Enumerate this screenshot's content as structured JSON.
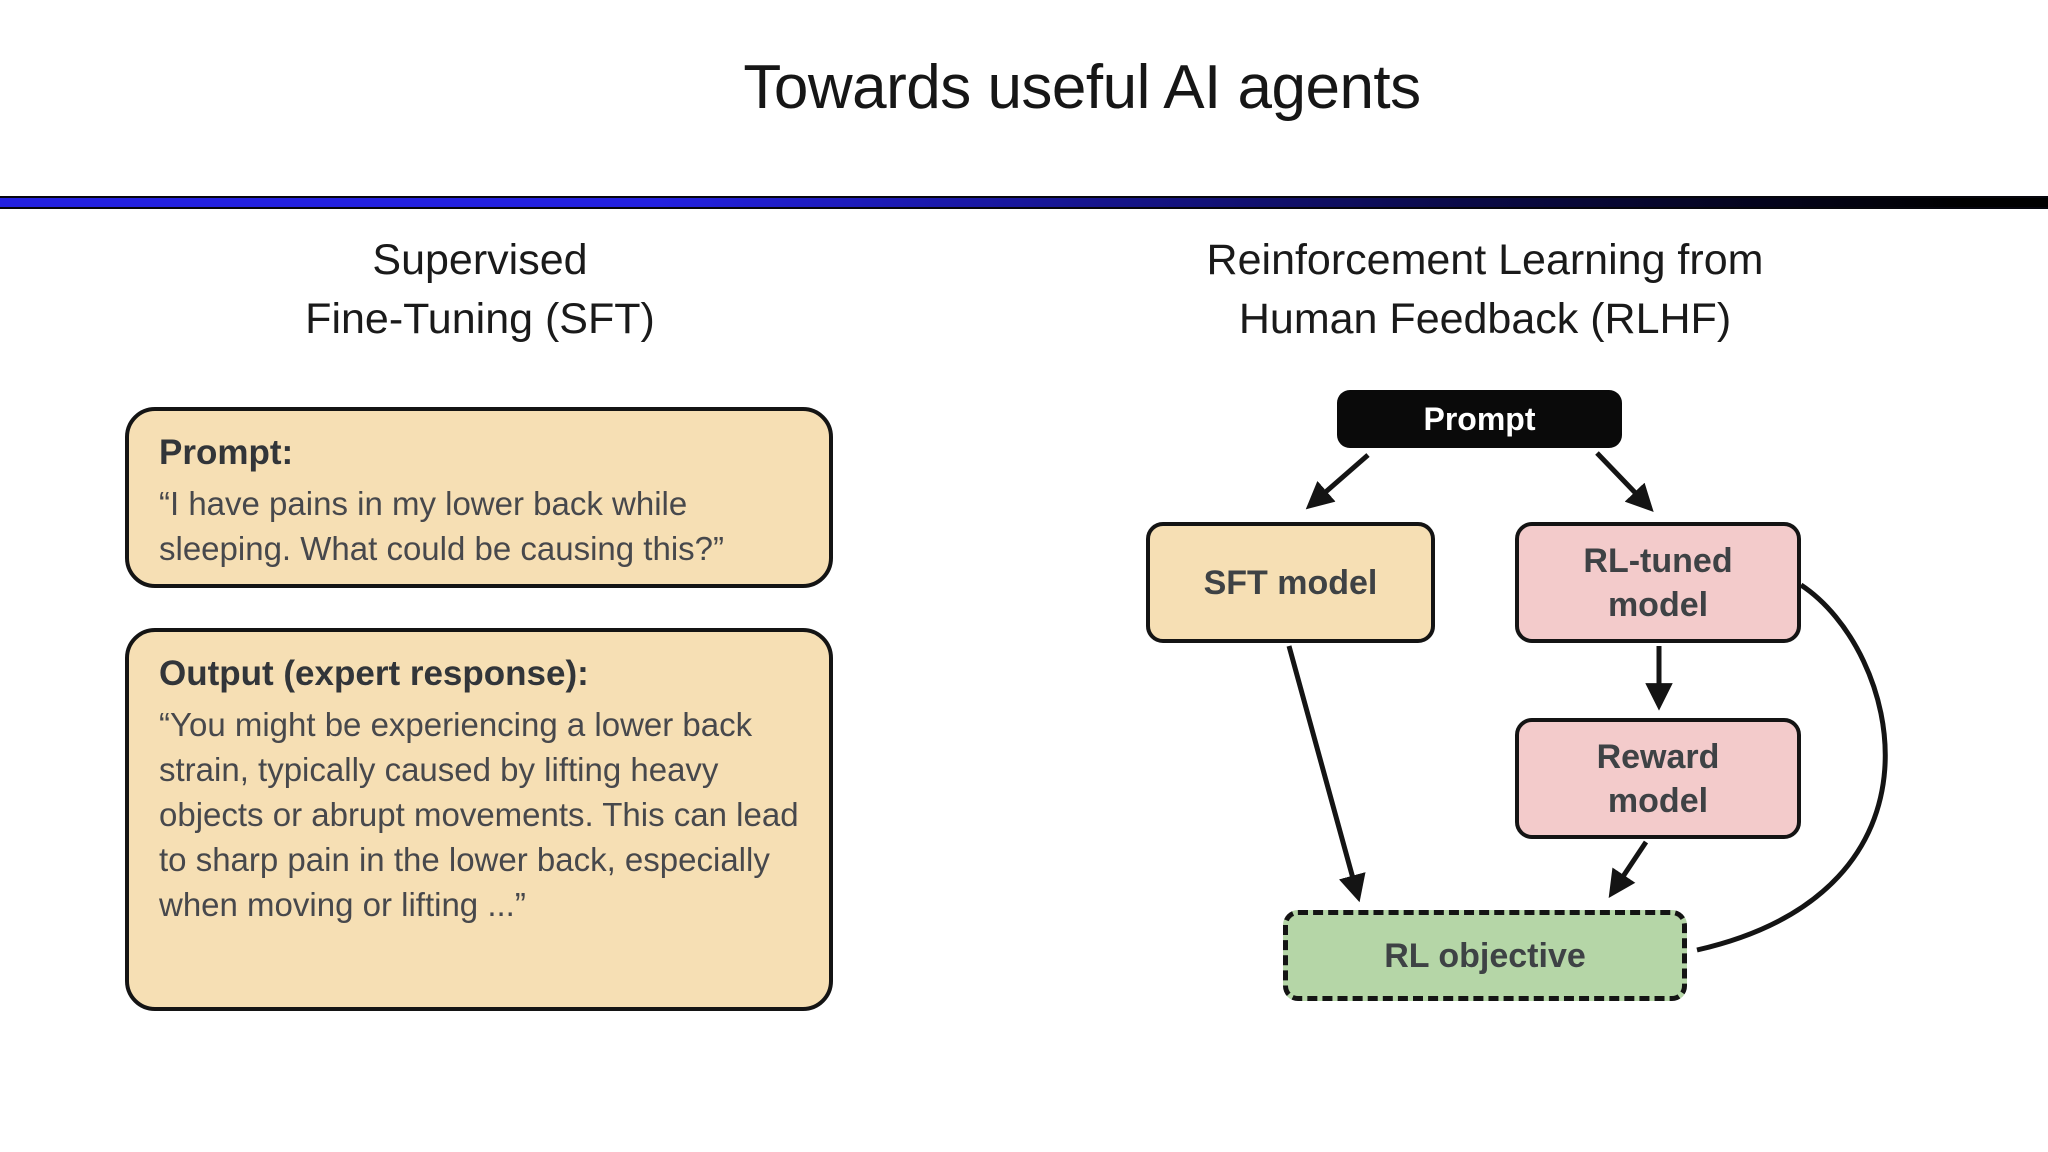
{
  "slide": {
    "title": "Towards useful AI agents",
    "background": "#ffffff",
    "divider": {
      "from": "#2321e0",
      "mid": "#0a0a46",
      "to": "#000000"
    }
  },
  "sft_column": {
    "heading_line1": "Supervised",
    "heading_line2": "Fine-Tuning (SFT)",
    "card_fill": "#f6dfb4",
    "card_border": "#141414",
    "prompt_card": {
      "label": "Prompt:",
      "body": "“I have pains in my lower back while sleeping. What could be causing this?”"
    },
    "output_card": {
      "label": "Output (expert response):",
      "body": "“You might be experiencing a lower back strain, typically caused by lifting heavy objects or abrupt movements. This can lead to sharp pain in the lower back, especially when moving or lifting ...”"
    }
  },
  "rlhf_column": {
    "heading_line1": "Reinforcement Learning from",
    "heading_line2": "Human Feedback (RLHF)",
    "edge_color": "#141414",
    "nodes": {
      "prompt": {
        "label": "Prompt",
        "fill": "#0a0a0a",
        "text": "#ffffff"
      },
      "sft_model": {
        "label": "SFT model",
        "fill": "#f6dfb4"
      },
      "rl_tuned_model": {
        "label": "RL-tuned\nmodel",
        "fill": "#f3cbcb"
      },
      "reward_model": {
        "label": "Reward\nmodel",
        "fill": "#f3cbcb"
      },
      "rl_objective": {
        "label": "RL objective",
        "fill": "#b5d6a7"
      }
    }
  }
}
